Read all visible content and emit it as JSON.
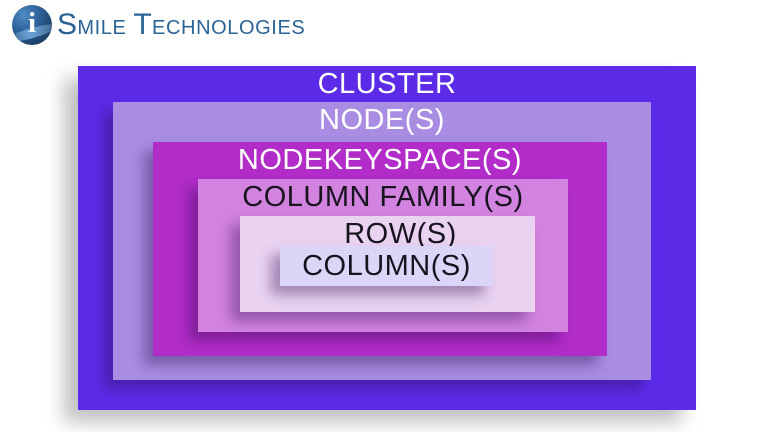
{
  "logo": {
    "i_letter": "i",
    "word1_initial": "S",
    "word1_rest": "MILE",
    "word2_initial": "T",
    "word2_rest": "ECHNOLOGIES",
    "text_color": "#2a6396"
  },
  "diagram": {
    "layers": [
      {
        "label": "CLUSTER",
        "bg": "#5c2be8",
        "text_color": "#ffffff"
      },
      {
        "label": "NODE(S)",
        "bg": "#a88de2",
        "text_color": "#ffffff"
      },
      {
        "label": "NODEKEYSPACE(S)",
        "bg": "#b22cc9",
        "text_color": "#ffffff"
      },
      {
        "label": "COLUMN FAMILY(S)",
        "bg": "#d283df",
        "text_color": "#17141f"
      },
      {
        "label": "ROW(S)",
        "bg": "#e9d3f1",
        "text_color": "#17141f"
      },
      {
        "label": "COLUMN(S)",
        "bg": "#ddd5f7",
        "text_color": "#17141f"
      }
    ]
  }
}
